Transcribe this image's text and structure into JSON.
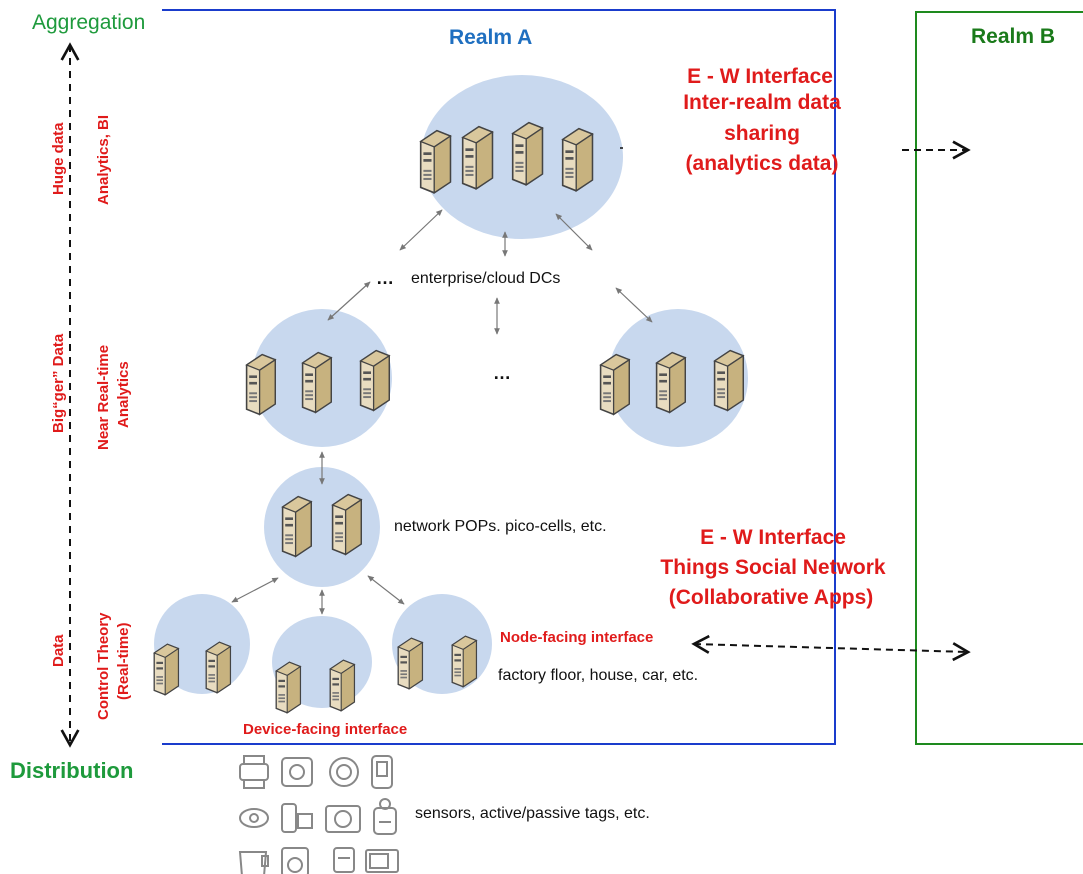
{
  "axis": {
    "top": "Aggregation",
    "bottom": "Distribution"
  },
  "left_labels": {
    "outer_top": "Huge data",
    "inner_top": "Analytics, BI",
    "outer_mid": "Big“ger” Data",
    "inner_mid_1": "Near Real-time",
    "inner_mid_2": "Analytics",
    "outer_bot": "Data",
    "inner_bot_1": "Control Theory",
    "inner_bot_2": "(Real-time)"
  },
  "realms": {
    "a": "Realm A",
    "b": "Realm B"
  },
  "ew_top": {
    "line1": "E - W Interface",
    "line2": "Inter-realm data",
    "line3": "sharing",
    "line4": "(analytics data)"
  },
  "ew_bottom": {
    "line1": "E - W Interface",
    "line2": "Things Social Network",
    "line3": "(Collaborative Apps)"
  },
  "labels": {
    "enterprise": "enterprise/cloud DCs",
    "dots_top_left": "…",
    "dots_mid": "…",
    "network": "network POPs. pico-cells, etc.",
    "node_facing": "Node-facing interface",
    "factory": "factory floor, house, car, etc.",
    "device_facing": "Device-facing interface",
    "sensors": "sensors, active/passive tags, etc."
  },
  "colors": {
    "realm_a_border": "#1a3ccc",
    "realm_b_border": "#1e8a1e",
    "cloud_fill": "#c8d8ee",
    "red": "#e01b1b",
    "green": "#1e9a3c"
  },
  "icons": [
    "server-icon",
    "printer-icon",
    "device-icon",
    "sensor-tag-icon"
  ]
}
